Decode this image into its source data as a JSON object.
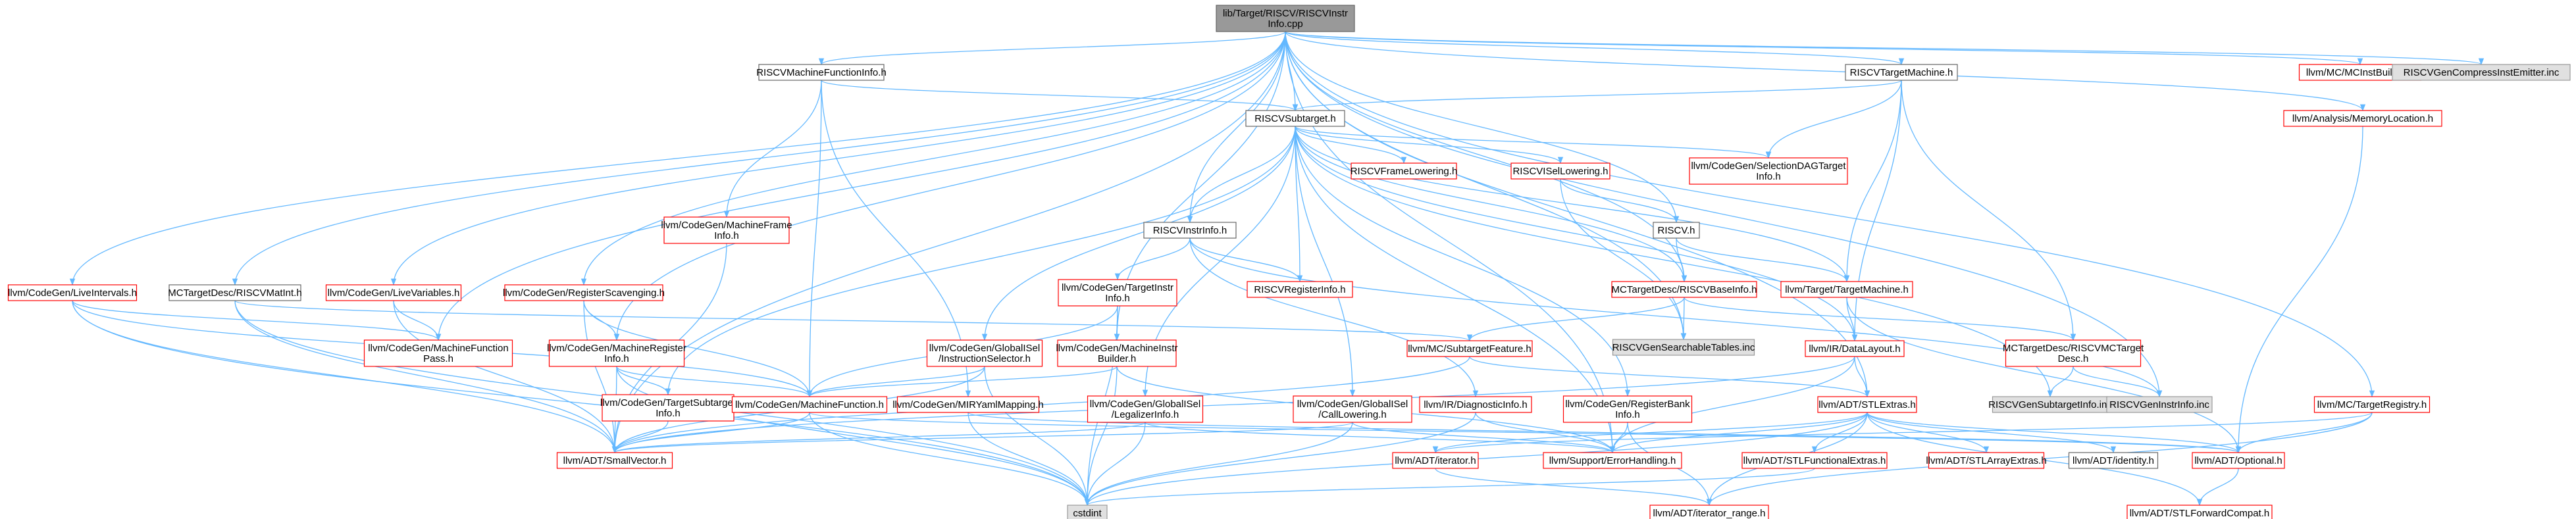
{
  "colors": {
    "root_fill": "#999999",
    "root_stroke": "#666666",
    "red_stroke": "#ff0000",
    "gray_fill": "#e0e0e0",
    "gray_stroke": "#999999",
    "normal_stroke": "#666666",
    "edge": "#63b8ff"
  },
  "nodes": [
    {
      "id": "root",
      "lines": [
        "lib/Target/RISCV/RISCVInstr",
        "Info.cpp"
      ],
      "kind": "root"
    },
    {
      "id": "mfi",
      "lines": [
        "RISCVMachineFunctionInfo.h"
      ],
      "kind": "normal"
    },
    {
      "id": "tm",
      "lines": [
        "RISCVTargetMachine.h"
      ],
      "kind": "normal"
    },
    {
      "id": "mcinst",
      "lines": [
        "llvm/MC/MCInstBuilder.h"
      ],
      "kind": "red"
    },
    {
      "id": "compress",
      "lines": [
        "RISCVGenCompressInstEmitter.inc"
      ],
      "kind": "gray"
    },
    {
      "id": "memloc",
      "lines": [
        "llvm/Analysis/MemoryLocation.h"
      ],
      "kind": "red"
    },
    {
      "id": "subtarget",
      "lines": [
        "RISCVSubtarget.h"
      ],
      "kind": "normal"
    },
    {
      "id": "framelow",
      "lines": [
        "RISCVFrameLowering.h"
      ],
      "kind": "red"
    },
    {
      "id": "isellow",
      "lines": [
        "RISCVISelLowering.h"
      ],
      "kind": "red"
    },
    {
      "id": "seldag",
      "lines": [
        "llvm/CodeGen/SelectionDAGTarget",
        "Info.h"
      ],
      "kind": "red"
    },
    {
      "id": "mframe",
      "lines": [
        "llvm/CodeGen/MachineFrame",
        "Info.h"
      ],
      "kind": "red"
    },
    {
      "id": "instrinfo",
      "lines": [
        "RISCVInstrInfo.h"
      ],
      "kind": "normal"
    },
    {
      "id": "riscvh",
      "lines": [
        "RISCV.h"
      ],
      "kind": "normal"
    },
    {
      "id": "tii",
      "lines": [
        "llvm/CodeGen/TargetInstr",
        "Info.h"
      ],
      "kind": "red"
    },
    {
      "id": "reginfo",
      "lines": [
        "RISCVRegisterInfo.h"
      ],
      "kind": "red"
    },
    {
      "id": "liveint",
      "lines": [
        "llvm/CodeGen/LiveIntervals.h"
      ],
      "kind": "red"
    },
    {
      "id": "matint",
      "lines": [
        "MCTargetDesc/RISCVMatInt.h"
      ],
      "kind": "normal"
    },
    {
      "id": "livevars",
      "lines": [
        "llvm/CodeGen/LiveVariables.h"
      ],
      "kind": "red"
    },
    {
      "id": "regscav",
      "lines": [
        "llvm/CodeGen/RegisterScavenging.h"
      ],
      "kind": "red"
    },
    {
      "id": "basetm",
      "lines": [
        "llvm/Target/TargetMachine.h"
      ],
      "kind": "red"
    },
    {
      "id": "baseinfo",
      "lines": [
        "MCTargetDesc/RISCVBaseInfo.h"
      ],
      "kind": "red"
    },
    {
      "id": "mfpass",
      "lines": [
        "llvm/CodeGen/MachineFunction",
        "Pass.h"
      ],
      "kind": "red"
    },
    {
      "id": "mri",
      "lines": [
        "llvm/CodeGen/MachineRegister",
        "Info.h"
      ],
      "kind": "red"
    },
    {
      "id": "isel",
      "lines": [
        "llvm/CodeGen/GlobalISel",
        "/InstructionSelector.h"
      ],
      "kind": "red"
    },
    {
      "id": "mib",
      "lines": [
        "llvm/CodeGen/MachineInstr",
        "Builder.h"
      ],
      "kind": "red"
    },
    {
      "id": "subfeat",
      "lines": [
        "llvm/MC/SubtargetFeature.h"
      ],
      "kind": "red"
    },
    {
      "id": "searchable",
      "lines": [
        "RISCVGenSearchableTables.inc"
      ],
      "kind": "gray"
    },
    {
      "id": "datalayout",
      "lines": [
        "llvm/IR/DataLayout.h"
      ],
      "kind": "red"
    },
    {
      "id": "mctd",
      "lines": [
        "MCTargetDesc/RISCVMCTarget",
        "Desc.h"
      ],
      "kind": "red"
    },
    {
      "id": "tsi",
      "lines": [
        "llvm/CodeGen/TargetSubtarget",
        "Info.h"
      ],
      "kind": "red"
    },
    {
      "id": "mf",
      "lines": [
        "llvm/CodeGen/MachineFunction.h"
      ],
      "kind": "red"
    },
    {
      "id": "mir",
      "lines": [
        "llvm/CodeGen/MIRYamlMapping.h"
      ],
      "kind": "red"
    },
    {
      "id": "legal",
      "lines": [
        "llvm/CodeGen/GlobalISel",
        "/LegalizerInfo.h"
      ],
      "kind": "red"
    },
    {
      "id": "calllow",
      "lines": [
        "llvm/CodeGen/GlobalISel",
        "/CallLowering.h"
      ],
      "kind": "red"
    },
    {
      "id": "diag",
      "lines": [
        "llvm/IR/DiagnosticInfo.h"
      ],
      "kind": "red"
    },
    {
      "id": "regbank",
      "lines": [
        "llvm/CodeGen/RegisterBank",
        "Info.h"
      ],
      "kind": "red"
    },
    {
      "id": "stlext",
      "lines": [
        "llvm/ADT/STLExtras.h"
      ],
      "kind": "red"
    },
    {
      "id": "subinfo",
      "lines": [
        "RISCVGenSubtargetInfo.inc"
      ],
      "kind": "gray"
    },
    {
      "id": "geninstr",
      "lines": [
        "RISCVGenInstrInfo.inc"
      ],
      "kind": "gray"
    },
    {
      "id": "registry",
      "lines": [
        "llvm/MC/TargetRegistry.h"
      ],
      "kind": "red"
    },
    {
      "id": "smallvec",
      "lines": [
        "llvm/ADT/SmallVector.h"
      ],
      "kind": "red"
    },
    {
      "id": "iterator",
      "lines": [
        "llvm/ADT/iterator.h"
      ],
      "kind": "red"
    },
    {
      "id": "errh",
      "lines": [
        "llvm/Support/ErrorHandling.h"
      ],
      "kind": "red"
    },
    {
      "id": "stlfunc",
      "lines": [
        "llvm/ADT/STLFunctionalExtras.h"
      ],
      "kind": "red"
    },
    {
      "id": "arrayext",
      "lines": [
        "llvm/ADT/STLArrayExtras.h"
      ],
      "kind": "red"
    },
    {
      "id": "identity",
      "lines": [
        "llvm/ADT/identity.h"
      ],
      "kind": "normal"
    },
    {
      "id": "optional",
      "lines": [
        "llvm/ADT/Optional.h"
      ],
      "kind": "red"
    },
    {
      "id": "cstdint",
      "lines": [
        "cstdint"
      ],
      "kind": "gray"
    },
    {
      "id": "range",
      "lines": [
        "llvm/ADT/iterator_range.h"
      ],
      "kind": "red"
    },
    {
      "id": "fwdcompat",
      "lines": [
        "llvm/ADT/STLForwardCompat.h"
      ],
      "kind": "red"
    }
  ],
  "edges": [
    [
      "root",
      "mfi"
    ],
    [
      "root",
      "tm"
    ],
    [
      "root",
      "mcinst"
    ],
    [
      "root",
      "compress"
    ],
    [
      "root",
      "memloc"
    ],
    [
      "root",
      "subtarget"
    ],
    [
      "root",
      "instrinfo"
    ],
    [
      "root",
      "riscvh"
    ],
    [
      "root",
      "liveint"
    ],
    [
      "root",
      "matint"
    ],
    [
      "root",
      "livevars"
    ],
    [
      "root",
      "regscav"
    ],
    [
      "root",
      "mfpass"
    ],
    [
      "root",
      "mri"
    ],
    [
      "root",
      "mib"
    ],
    [
      "root",
      "searchable"
    ],
    [
      "root",
      "geninstr"
    ],
    [
      "root",
      "registry"
    ],
    [
      "root",
      "stlext"
    ],
    [
      "root",
      "smallvec"
    ],
    [
      "root",
      "errh"
    ],
    [
      "root",
      "baseinfo"
    ],
    [
      "mfi",
      "subtarget"
    ],
    [
      "mfi",
      "mframe"
    ],
    [
      "mfi",
      "mf"
    ],
    [
      "mfi",
      "mir"
    ],
    [
      "tm",
      "subtarget"
    ],
    [
      "tm",
      "seldag"
    ],
    [
      "tm",
      "basetm"
    ],
    [
      "tm",
      "mctd"
    ],
    [
      "tm",
      "datalayout"
    ],
    [
      "memloc",
      "optional"
    ],
    [
      "subtarget",
      "framelow"
    ],
    [
      "subtarget",
      "isellow"
    ],
    [
      "subtarget",
      "seldag"
    ],
    [
      "subtarget",
      "instrinfo"
    ],
    [
      "subtarget",
      "baseinfo"
    ],
    [
      "subtarget",
      "basetm"
    ],
    [
      "subtarget",
      "isel"
    ],
    [
      "subtarget",
      "legal"
    ],
    [
      "subtarget",
      "calllow"
    ],
    [
      "subtarget",
      "regbank"
    ],
    [
      "subtarget",
      "tsi"
    ],
    [
      "subtarget",
      "datalayout"
    ],
    [
      "subtarget",
      "subinfo"
    ],
    [
      "subtarget",
      "reginfo"
    ],
    [
      "subtarget",
      "errh"
    ],
    [
      "isellow",
      "riscvh"
    ],
    [
      "isellow",
      "searchable"
    ],
    [
      "mframe",
      "smallvec"
    ],
    [
      "instrinfo",
      "tii"
    ],
    [
      "instrinfo",
      "reginfo"
    ],
    [
      "instrinfo",
      "geninstr"
    ],
    [
      "instrinfo",
      "diag"
    ],
    [
      "riscvh",
      "basetm"
    ],
    [
      "riscvh",
      "baseinfo"
    ],
    [
      "tii",
      "mf"
    ],
    [
      "tii",
      "mib"
    ],
    [
      "tii",
      "cstdint"
    ],
    [
      "liveint",
      "mfpass"
    ],
    [
      "liveint",
      "smallvec"
    ],
    [
      "liveint",
      "cstdint"
    ],
    [
      "liveint",
      "mf"
    ],
    [
      "matint",
      "subfeat"
    ],
    [
      "matint",
      "smallvec"
    ],
    [
      "matint",
      "cstdint"
    ],
    [
      "livevars",
      "mfpass"
    ],
    [
      "livevars",
      "smallvec"
    ],
    [
      "regscav",
      "mri"
    ],
    [
      "regscav",
      "smallvec"
    ],
    [
      "regscav",
      "mf"
    ],
    [
      "basetm",
      "datalayout"
    ],
    [
      "basetm",
      "optional"
    ],
    [
      "baseinfo",
      "searchable"
    ],
    [
      "baseinfo",
      "subfeat"
    ],
    [
      "baseinfo",
      "mctd"
    ],
    [
      "mri",
      "tsi"
    ],
    [
      "mri",
      "smallvec"
    ],
    [
      "mri",
      "cstdint"
    ],
    [
      "mri",
      "mf"
    ],
    [
      "isel",
      "smallvec"
    ],
    [
      "isel",
      "cstdint"
    ],
    [
      "isel",
      "mf"
    ],
    [
      "mib",
      "mf"
    ],
    [
      "mib",
      "cstdint"
    ],
    [
      "mib",
      "errh"
    ],
    [
      "subfeat",
      "stlext"
    ],
    [
      "subfeat",
      "smallvec"
    ],
    [
      "datalayout",
      "stlext"
    ],
    [
      "datalayout",
      "smallvec"
    ],
    [
      "datalayout",
      "errh"
    ],
    [
      "mctd",
      "subinfo"
    ],
    [
      "mctd",
      "geninstr"
    ],
    [
      "tsi",
      "smallvec"
    ],
    [
      "mf",
      "smallvec"
    ],
    [
      "mf",
      "cstdint"
    ],
    [
      "mf",
      "optional"
    ],
    [
      "mir",
      "cstdint"
    ],
    [
      "mir",
      "optional"
    ],
    [
      "legal",
      "smallvec"
    ],
    [
      "legal",
      "cstdint"
    ],
    [
      "legal",
      "errh"
    ],
    [
      "calllow",
      "smallvec"
    ],
    [
      "calllow",
      "cstdint"
    ],
    [
      "calllow",
      "errh"
    ],
    [
      "diag",
      "cstdint"
    ],
    [
      "diag",
      "errh"
    ],
    [
      "regbank",
      "range"
    ],
    [
      "regbank",
      "errh"
    ],
    [
      "stlext",
      "iterator"
    ],
    [
      "stlext",
      "range"
    ],
    [
      "stlext",
      "stlfunc"
    ],
    [
      "stlext",
      "arrayext"
    ],
    [
      "stlext",
      "identity"
    ],
    [
      "stlext",
      "optional"
    ],
    [
      "stlext",
      "fwdcompat"
    ],
    [
      "stlext",
      "errh"
    ],
    [
      "stlext",
      "cstdint"
    ],
    [
      "registry",
      "iterator"
    ],
    [
      "registry",
      "range"
    ],
    [
      "registry",
      "optional"
    ],
    [
      "smallvec",
      "iterator_range_skip"
    ],
    [
      "iterator",
      "range"
    ],
    [
      "stlfunc",
      "cstdint"
    ],
    [
      "optional",
      "fwdcompat"
    ]
  ]
}
